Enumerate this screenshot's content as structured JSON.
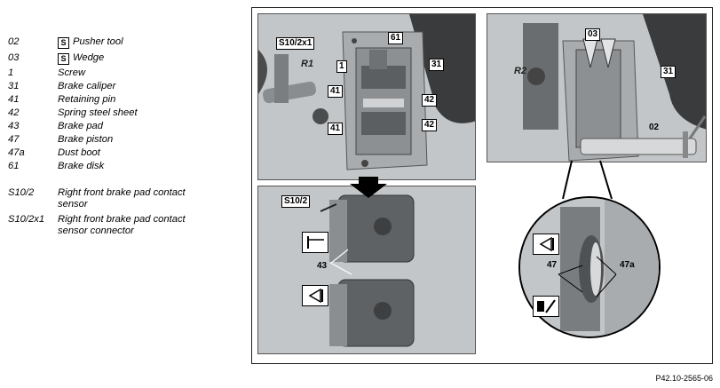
{
  "legend": [
    {
      "code": "02",
      "desc": "Pusher tool",
      "tool": true
    },
    {
      "code": "03",
      "desc": "Wedge",
      "tool": true
    },
    {
      "code": "1",
      "desc": "Screw"
    },
    {
      "code": "31",
      "desc": "Brake caliper"
    },
    {
      "code": "41",
      "desc": "Retaining pin"
    },
    {
      "code": "42",
      "desc": "Spring steel sheet"
    },
    {
      "code": "43",
      "desc": "Brake pad"
    },
    {
      "code": "47",
      "desc": "Brake piston"
    },
    {
      "code": "47a",
      "desc": "Dust boot"
    },
    {
      "code": "61",
      "desc": "Brake disk"
    },
    {
      "code": "S10/2",
      "desc": "Right front brake pad contact",
      "desc2": "sensor"
    },
    {
      "code": "S10/2x1",
      "desc": "Right front brake pad contact",
      "desc2": "sensor connector"
    }
  ],
  "tool_symbol": "S",
  "figure": {
    "panel1": {
      "labels": {
        "s10_2x1": "S10/2x1",
        "n61": "61",
        "n1": "1",
        "n31": "31",
        "n41a": "41",
        "n42a": "42",
        "n41b": "41",
        "n42b": "42"
      },
      "tag": "R1"
    },
    "panel2": {
      "labels": {
        "n03": "03",
        "n31": "31",
        "n02": "02"
      },
      "tag": "R2"
    },
    "panel3": {
      "labels": {
        "s10_2": "S10/2",
        "n43": "43"
      }
    },
    "detail": {
      "labels": {
        "n47": "47",
        "n47a": "47a"
      }
    }
  },
  "reference_number": "P42.10-2565-06"
}
